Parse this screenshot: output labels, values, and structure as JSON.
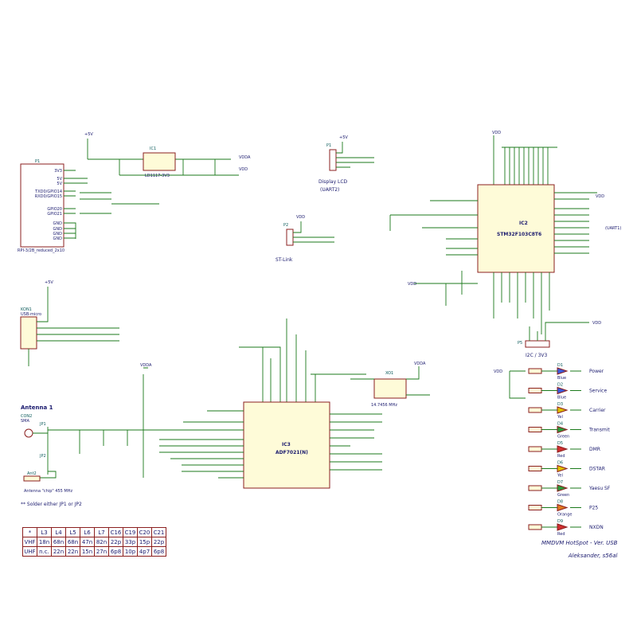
{
  "sheet": {
    "title": "MMDVM HotSpot - Ver. USB",
    "author": "Aleksander, s56al",
    "footnote": "** Solder either JP1 or JP2"
  },
  "chips": {
    "ic1": {
      "ref": "IC1",
      "name": "LD1117-3V3"
    },
    "ic2": {
      "ref": "IC2",
      "name": "STM32F103C8T6"
    },
    "ic3": {
      "ref": "IC3",
      "name": "ADF7021(N)"
    },
    "xo1": {
      "ref": "XO1",
      "name": "14.7456 MHz"
    }
  },
  "connectors": {
    "p1": "P1",
    "p1_sub": "RPI-3/2B_reduced_2x10",
    "p1_pins": [
      "3V3",
      "5V",
      "5V",
      "TXD0/GPIO14",
      "RXD0/GPIO15",
      "GPIO20",
      "GPIO21",
      "GND",
      "GND",
      "GND",
      "GND"
    ],
    "display_p1": "P1",
    "display": "Display LCD",
    "display_sub": "(UART2)",
    "stlink_p2": "P2",
    "stlink": "ST-Link",
    "kon1": "KON1",
    "kon1_sub": "USB-micro",
    "i2c": "I2C / 3V3",
    "i2c_p5": "P5",
    "uart1": "(UART1)",
    "ant1": "Antenna 1",
    "con2": "CON2",
    "sma": "SMA",
    "jp1": "JP1",
    "jp2": "JP2",
    "chip_ant": "Antenna \"chip\" 455 MHz",
    "ant2": "Ant2"
  },
  "leds": [
    {
      "ref": "D1",
      "color": "Blue",
      "label": "Power"
    },
    {
      "ref": "D2",
      "color": "Blue",
      "label": "Service"
    },
    {
      "ref": "D3",
      "color": "Yel",
      "label": "Carrier"
    },
    {
      "ref": "D4",
      "color": "Green",
      "label": "Transmit"
    },
    {
      "ref": "D5",
      "color": "Red",
      "label": "DMR"
    },
    {
      "ref": "D6",
      "color": "Yel",
      "label": "DSTAR"
    },
    {
      "ref": "D7",
      "color": "Green",
      "label": "Yaesu SF"
    },
    {
      "ref": "D8",
      "color": "Orange",
      "label": "P25"
    },
    {
      "ref": "D9",
      "color": "Red",
      "label": "NXDN"
    }
  ],
  "power": {
    "vdd": "VDD",
    "vdda": "VDDA",
    "plus5v": "+5V"
  },
  "bom": {
    "header": [
      "*",
      "L3",
      "L4",
      "L5",
      "L6",
      "L7",
      "C16",
      "C19",
      "C20",
      "C21"
    ],
    "rows": [
      [
        "VHF",
        "18n",
        "68n",
        "68n",
        "47n",
        "82n",
        "22p",
        "33p",
        "15p",
        "22p"
      ],
      [
        "UHF",
        "n.c.",
        "22n",
        "22n",
        "15n",
        "27n",
        "6p8",
        "10p",
        "4p7",
        "6p8"
      ]
    ]
  },
  "colors": {
    "chip_fill": "#fefbd8",
    "chip_border": "#8b1f1f",
    "wire": "#1b7a1b",
    "text": "#1a1a6e"
  }
}
